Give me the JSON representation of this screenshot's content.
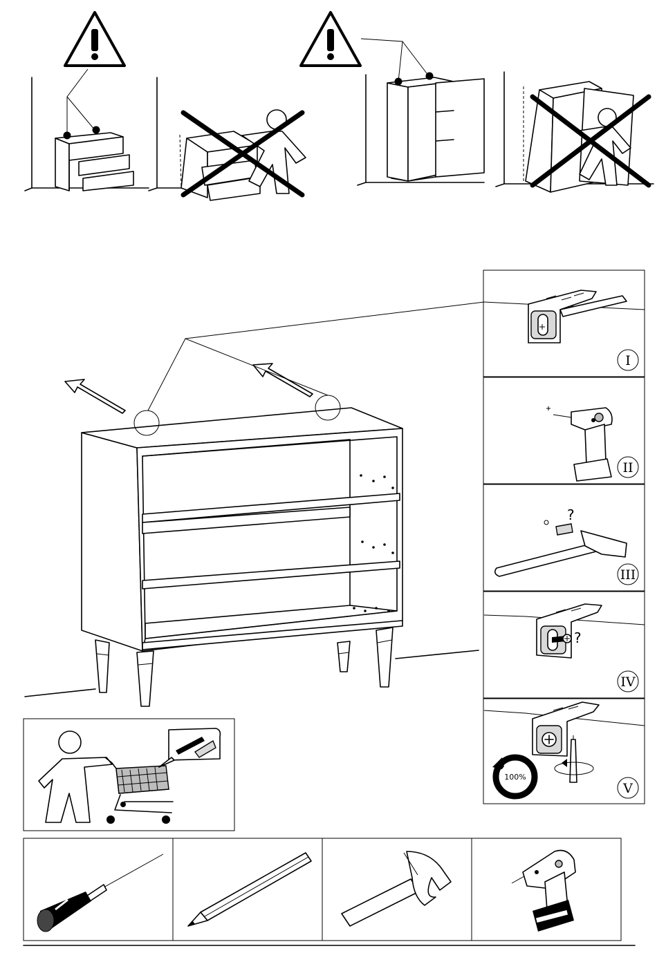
{
  "steps": [
    {
      "numeral": "I"
    },
    {
      "numeral": "II"
    },
    {
      "numeral": "III"
    },
    {
      "numeral": "IV"
    },
    {
      "numeral": "V"
    }
  ],
  "step3_question": "?",
  "step4_question": "?",
  "step5_percent": "100%",
  "tools": [
    {
      "icon": "screwdriver-icon"
    },
    {
      "icon": "pencil-icon"
    },
    {
      "icon": "hammer-icon"
    },
    {
      "icon": "drill-icon"
    }
  ],
  "warning_icon": "warning-triangle-icon"
}
